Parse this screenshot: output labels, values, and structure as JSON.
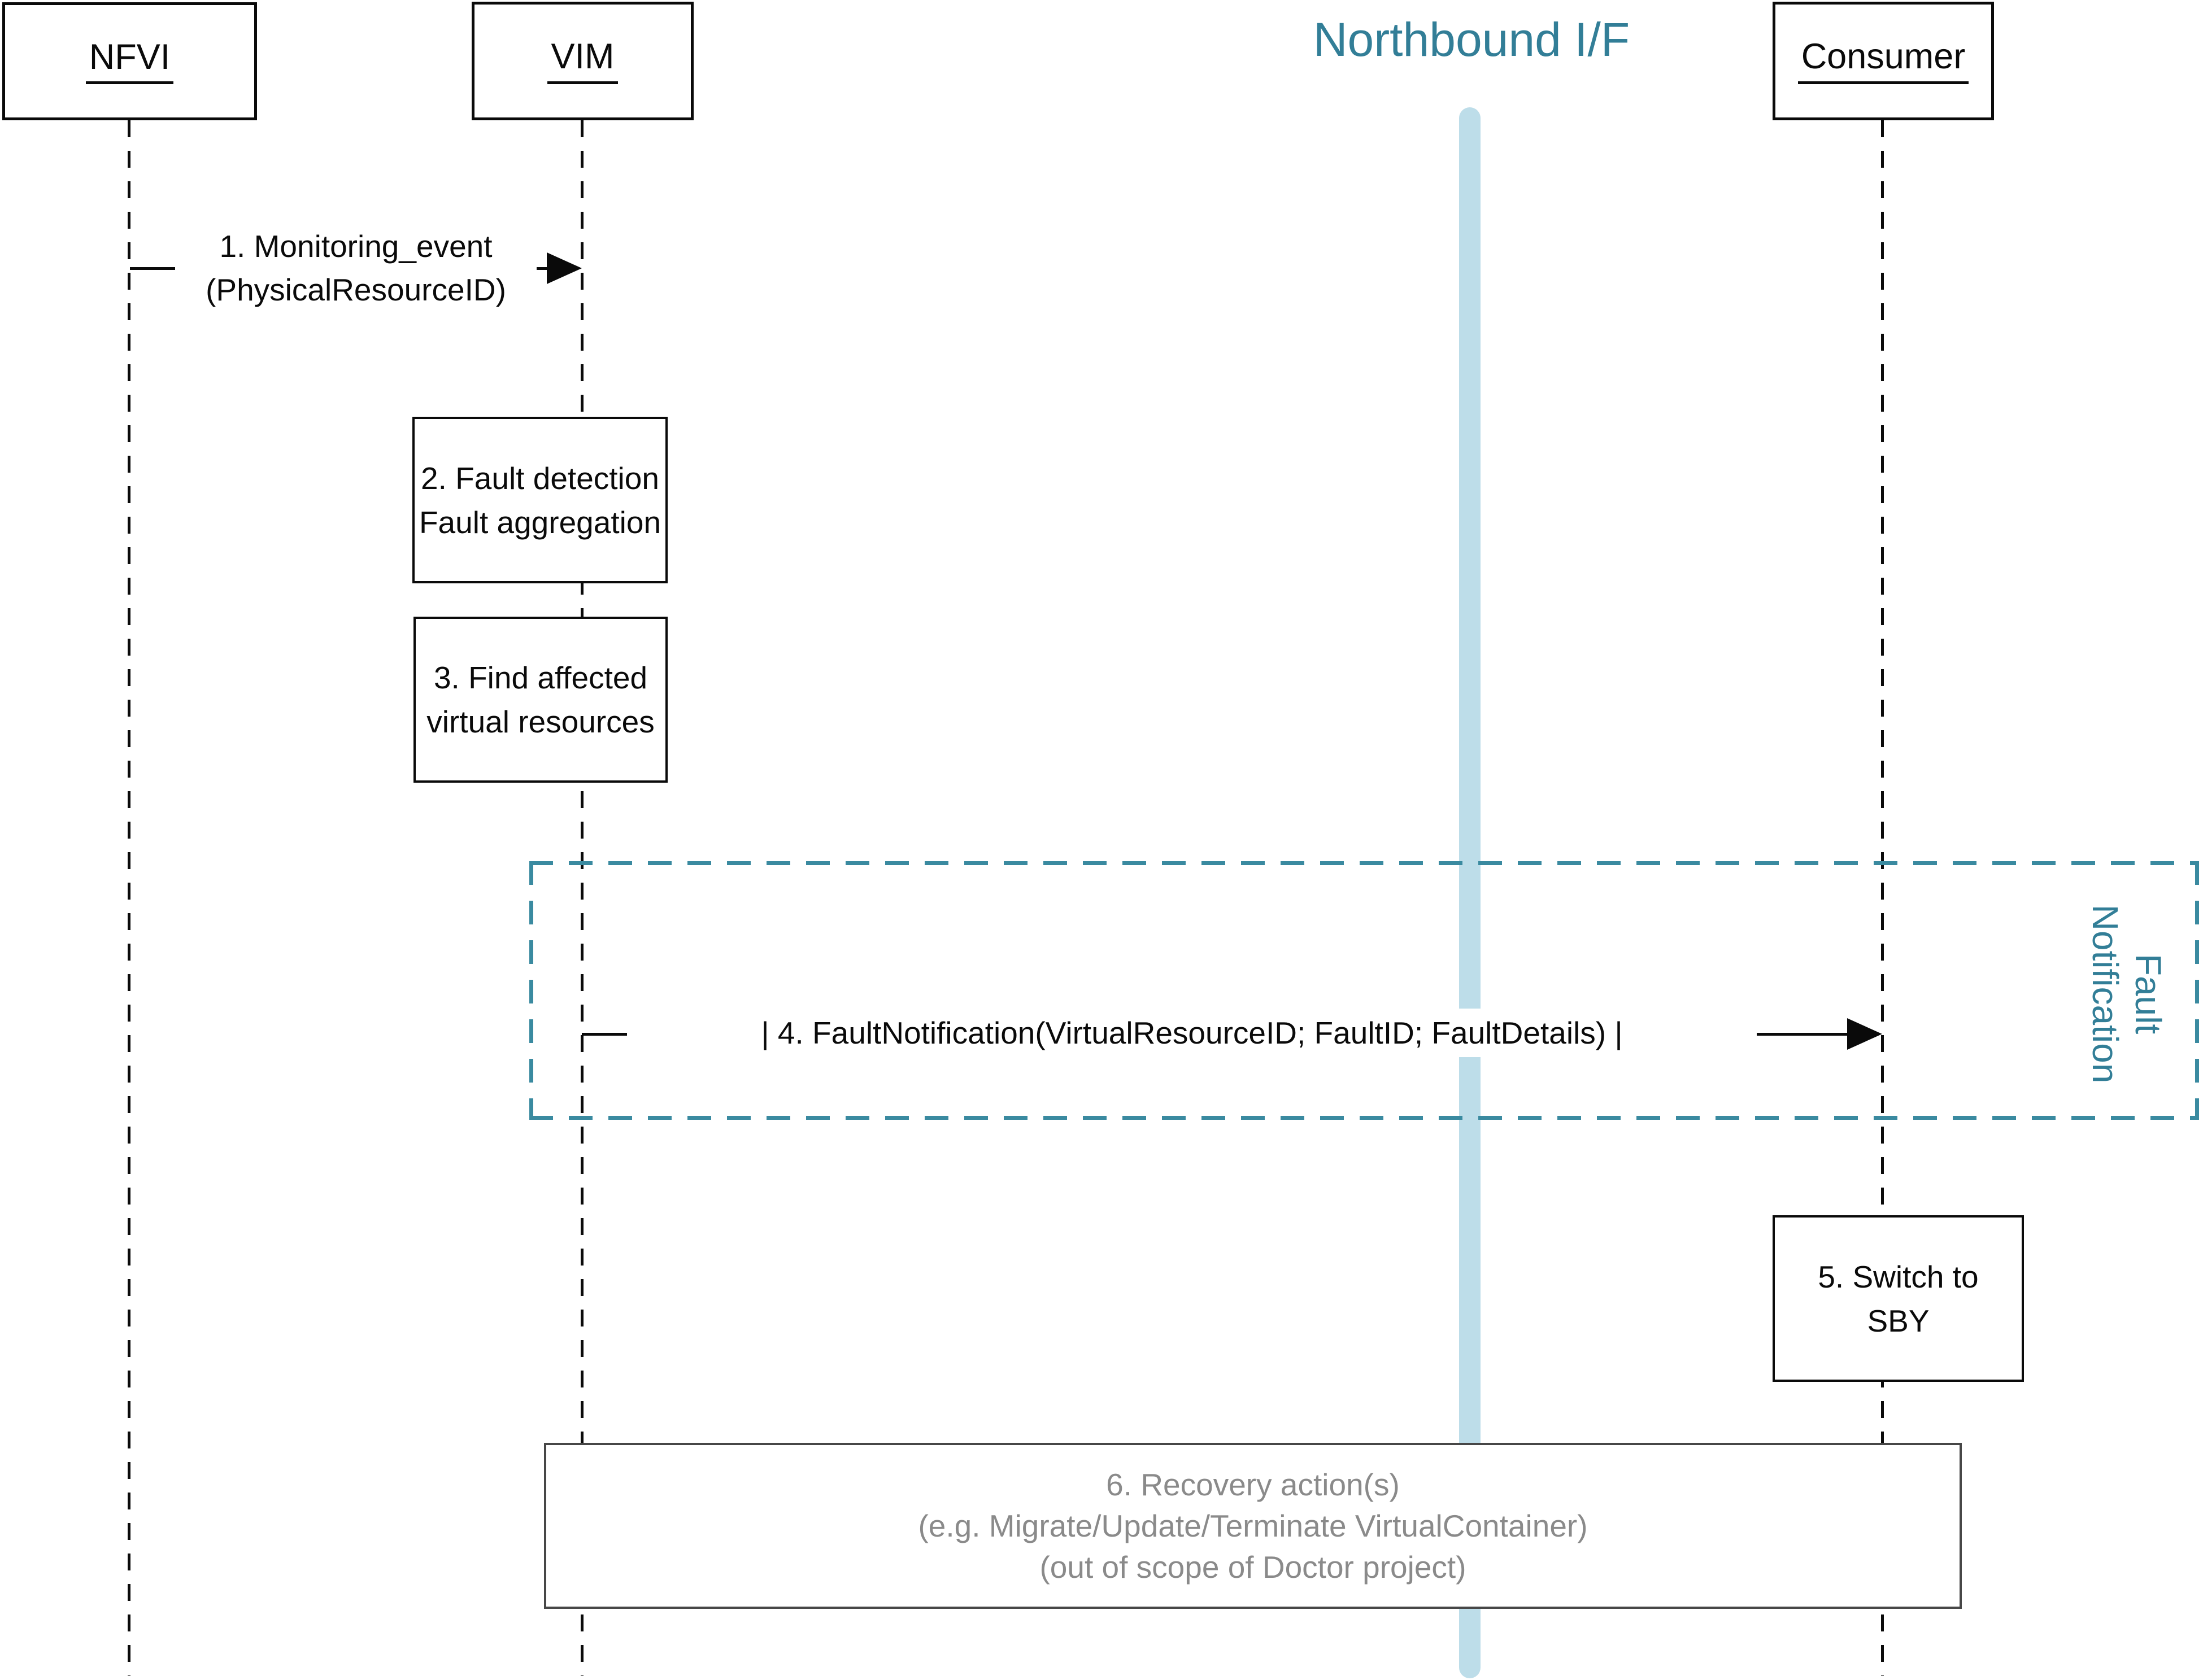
{
  "actors": [
    {
      "label": "NFVI"
    },
    {
      "label": "VIM"
    },
    {
      "label": "Consumer"
    }
  ],
  "northbound": {
    "label": "Northbound I/F"
  },
  "frame": {
    "line1": "Fault",
    "line2": "Notification"
  },
  "steps": {
    "m1": {
      "line1": "1. Monitoring_event",
      "line2": "(PhysicalResourceID)"
    },
    "s2": {
      "line1": "2. Fault detection",
      "line2": "Fault aggregation"
    },
    "s3": {
      "line1": "3. Find affected",
      "line2": "virtual resources"
    },
    "m4": {
      "label": "| 4. FaultNotification(VirtualResourceID; FaultID; FaultDetails) |"
    },
    "s5": {
      "line1": "5. Switch to",
      "line2": "SBY"
    },
    "s6": {
      "line1": "6. Recovery action(s)",
      "line2": "(e.g. Migrate/Update/Terminate VirtualContainer)",
      "line3": "(out of scope of Doctor project)"
    }
  },
  "colors": {
    "teal_text": "#327e97",
    "teal_dash": "#3a8aa0",
    "interface_line": "#bddde9",
    "gray_text": "#8a8a8a",
    "ink": "#0a0a0a"
  }
}
